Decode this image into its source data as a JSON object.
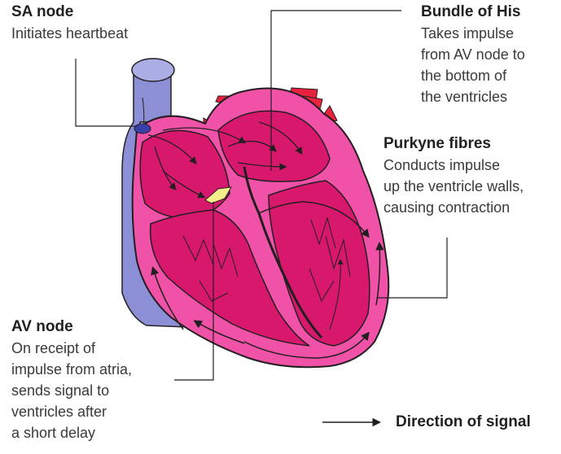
{
  "labels": {
    "sa_node": {
      "title": "SA node",
      "description": [
        "Initiates heartbeat"
      ]
    },
    "bundle_of_his": {
      "title": "Bundle of His",
      "description": [
        "Takes impulse",
        "from AV node to",
        "the bottom of",
        "the ventricles"
      ]
    },
    "purkyne_fibres": {
      "title": "Purkyne fibres",
      "description": [
        "Conducts impulse",
        "up the ventricle walls,",
        "causing contraction"
      ]
    },
    "av_node": {
      "title": "AV node",
      "description": [
        "On receipt of",
        "impulse from atria,",
        "sends signal to",
        "ventricles after",
        "a short delay"
      ]
    }
  },
  "legend": {
    "text": "Direction of signal"
  },
  "colors": {
    "heart_outer": "#f052a8",
    "heart_inner": "#d7186d",
    "vessels_blue": "#8c8fd6",
    "vessels_red": "#e8213d",
    "sa_node": "#3a3fa8",
    "av_node": "#f6f08c",
    "lines": "#231f20"
  }
}
